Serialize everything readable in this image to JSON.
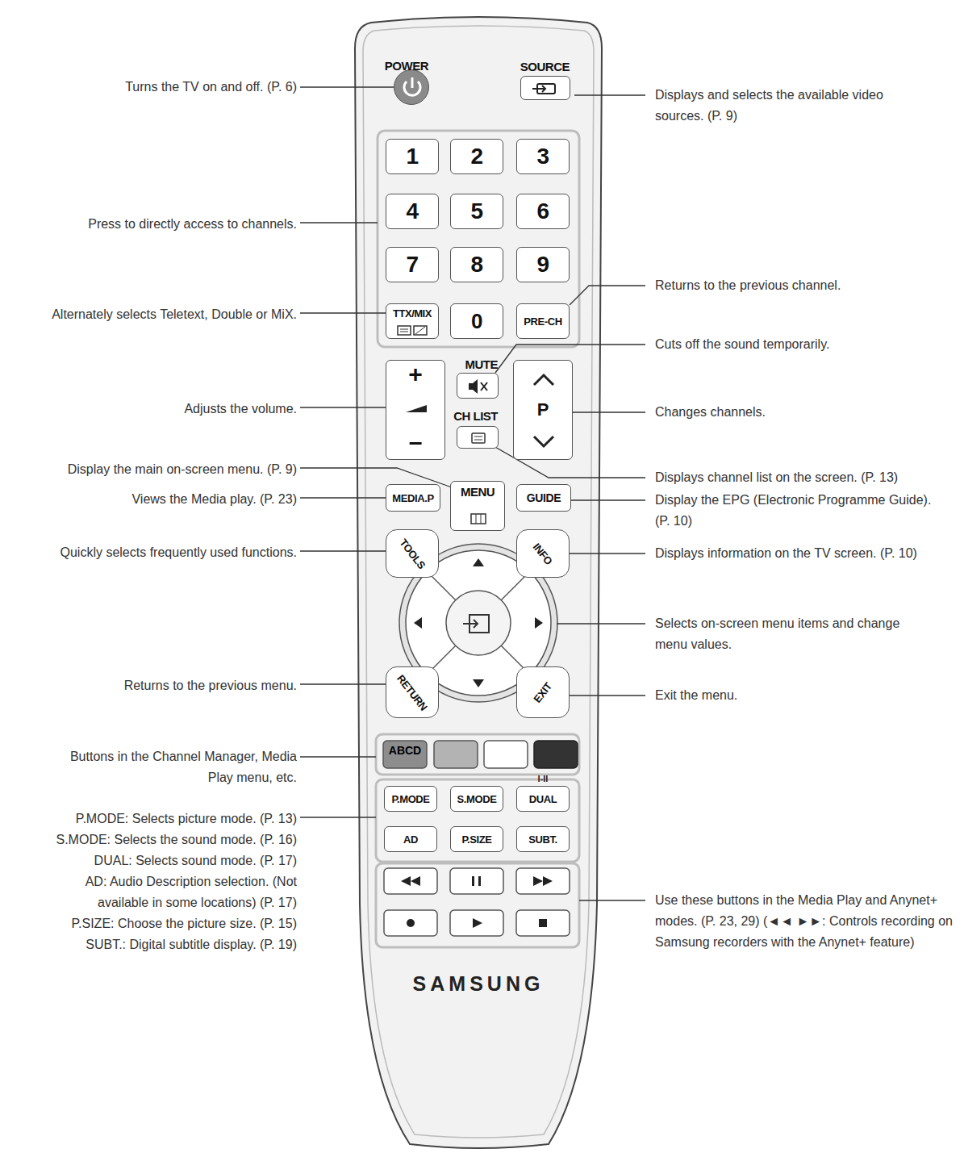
{
  "diagram": {
    "nodes": [
      {
        "text": [
          "SAMSUNG"
        ]
      },
      {
        "text": [
          "POWER"
        ],
        "in": 0
      },
      {
        "text": [
          "SOURCE"
        ],
        "in": 0
      },
      {
        "text": [
          "1"
        ],
        "in": 0
      },
      {
        "text": [
          "2"
        ],
        "in": 0
      },
      {
        "text": [
          "3"
        ],
        "in": 0
      },
      {
        "text": [
          "4"
        ],
        "in": 0
      },
      {
        "text": [
          "5"
        ],
        "in": 0
      },
      {
        "text": [
          "6"
        ],
        "in": 0
      },
      {
        "text": [
          "7"
        ],
        "in": 0
      },
      {
        "text": [
          "8"
        ],
        "in": 0
      },
      {
        "text": [
          "9"
        ],
        "in": 0
      },
      {
        "text": [
          "TTX/MIX"
        ],
        "in": 0
      },
      {
        "text": [
          "0"
        ],
        "in": 0
      },
      {
        "text": [
          "PRE-CH"
        ],
        "in": 0
      },
      {
        "text": [
          "+",
          "–"
        ],
        "in": 0
      },
      {
        "text": [
          "MUTE"
        ],
        "in": 0
      },
      {
        "text": [
          "P"
        ],
        "in": 0
      },
      {
        "text": [
          "CH LIST"
        ],
        "in": 0
      },
      {
        "text": [
          "MEDIA.P"
        ],
        "in": 0
      },
      {
        "text": [
          "MENU"
        ],
        "in": 0
      },
      {
        "text": [
          "GUIDE"
        ],
        "in": 0
      },
      {
        "text": [
          "TOOLS"
        ],
        "in": 0
      },
      {
        "text": [
          "INFO"
        ],
        "in": 0
      },
      {
        "text": [
          "RETURN"
        ],
        "in": 0
      },
      {
        "text": [
          "EXIT"
        ],
        "in": 0
      },
      {
        "text": [
          "P.MODE"
        ],
        "in": 0
      },
      {
        "text": [
          "S.MODE"
        ],
        "in": 0
      },
      {
        "text": [
          "DUAL"
        ],
        "in": 0
      },
      {
        "text": [
          "AD"
        ],
        "in": 0
      },
      {
        "text": [
          "P.SIZE"
        ],
        "in": 0
      },
      {
        "text": [
          "SUBT."
        ],
        "in": 0
      }
    ],
    "labels": [
      "Turns the TV on and off. (P. 6)",
      "Press to directly access to channels.",
      "Alternately selects Teletext, Double or MiX.",
      "Adjusts the volume.",
      "Display the main on-screen menu. (P. 9)",
      "Views the Media play. (P. 23)",
      "Quickly selects frequently used functions.",
      "Returns to the previous menu.",
      "Buttons in the Channel Manager, Media Play menu, etc.",
      "P.MODE: Selects picture mode. (P. 13)",
      "S.MODE: Selects the sound mode. (P. 16)",
      "DUAL: Selects sound mode. (P. 17)",
      "AD: Audio Description selection. (Not available in some locations) (P. 17)",
      "P.SIZE: Choose the picture size. (P. 15)",
      "SUBT.: Digital subtitle display. (P. 19)",
      "Displays and selects the available video sources. (P. 9)",
      "Returns to the previous channel.",
      "Cuts off the sound temporarily.",
      "Changes channels.",
      "Displays channel list on the screen. (P. 13)",
      "Display the EPG (Electronic Programme Guide). (P. 10)",
      "Displays information on the TV screen. (P. 10)",
      "Selects on-screen menu items and change menu values.",
      "Exit the menu.",
      "Use these buttons in the Media Play and Anynet+ modes. (P. 23, 29) (◄◄ ►►: Controls recording on Samsung recorders with the Anynet+ feature)",
      "ABCD",
      "I-II"
    ]
  }
}
